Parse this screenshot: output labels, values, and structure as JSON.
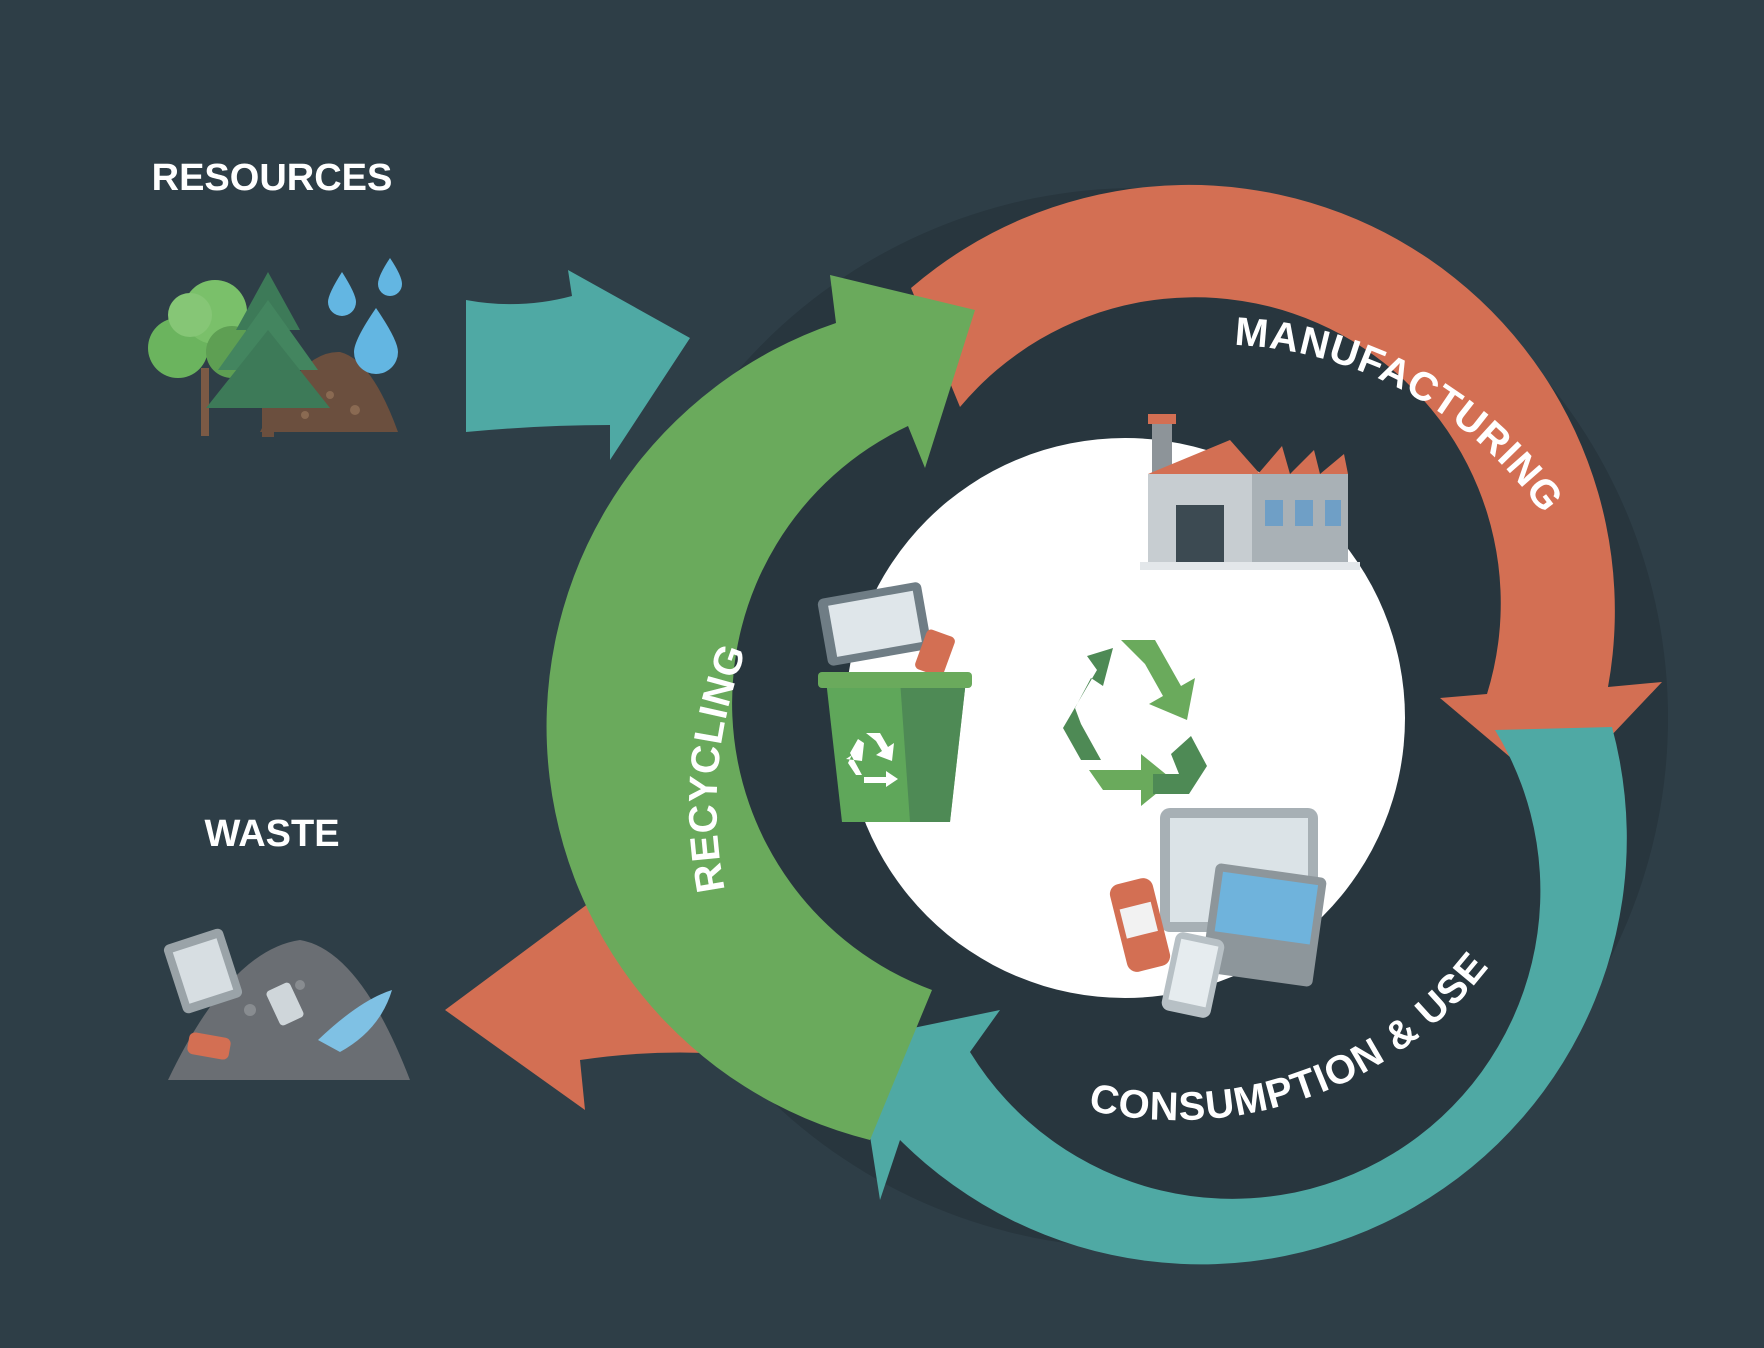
{
  "diagram": {
    "title": "",
    "side_labels": {
      "resources": "RESOURCES",
      "waste": "WASTE"
    },
    "cycle_stages": [
      {
        "key": "manufacturing",
        "label": "MANUFACTURING",
        "color": "#d36f53"
      },
      {
        "key": "consumption",
        "label": "CONSUMPTION & USE",
        "color": "#4fa9a4"
      },
      {
        "key": "recycling",
        "label": "RECYCLING",
        "color": "#6aaa5c"
      }
    ],
    "flow_arrows": [
      {
        "from": "resources",
        "to": "manufacturing",
        "color": "#4fa9a4"
      },
      {
        "from": "recycling",
        "to": "waste",
        "color": "#d36f53"
      }
    ],
    "colors": {
      "background": "#2e3e47",
      "ring_shadow": "#26343c",
      "center": "#ffffff",
      "text": "#ffffff"
    },
    "icons": [
      "trees-icon",
      "water-drops-icon",
      "soil-pile-icon",
      "factory-icon",
      "recycle-symbol-icon",
      "recycle-bin-icon",
      "electronic-devices-icon",
      "waste-pile-icon"
    ]
  }
}
